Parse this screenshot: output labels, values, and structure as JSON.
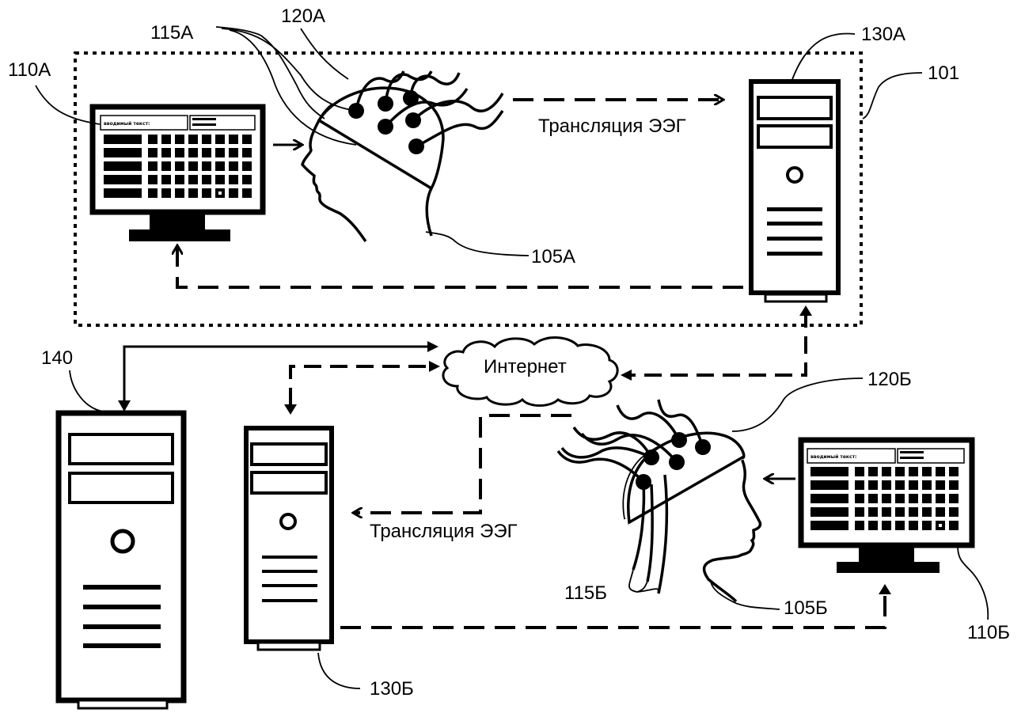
{
  "labels": {
    "ref_101": "101",
    "ref_105a": "105А",
    "ref_105b": "105Б",
    "ref_110a": "110А",
    "ref_110b": "110Б",
    "ref_115a": "115А",
    "ref_115b": "115Б",
    "ref_120a": "120А",
    "ref_120b": "120Б",
    "ref_130a": "130А",
    "ref_130b": "130Б",
    "ref_140": "140"
  },
  "annotations": {
    "eeg_stream_top": "Трансляция ЭЭГ",
    "eeg_stream_bottom": "Трансляция ЭЭГ",
    "internet": "Интернет"
  },
  "screen_text": {
    "input_title": "вводимый текст:"
  },
  "colors": {
    "ink": "#000000",
    "paper": "#ffffff"
  }
}
